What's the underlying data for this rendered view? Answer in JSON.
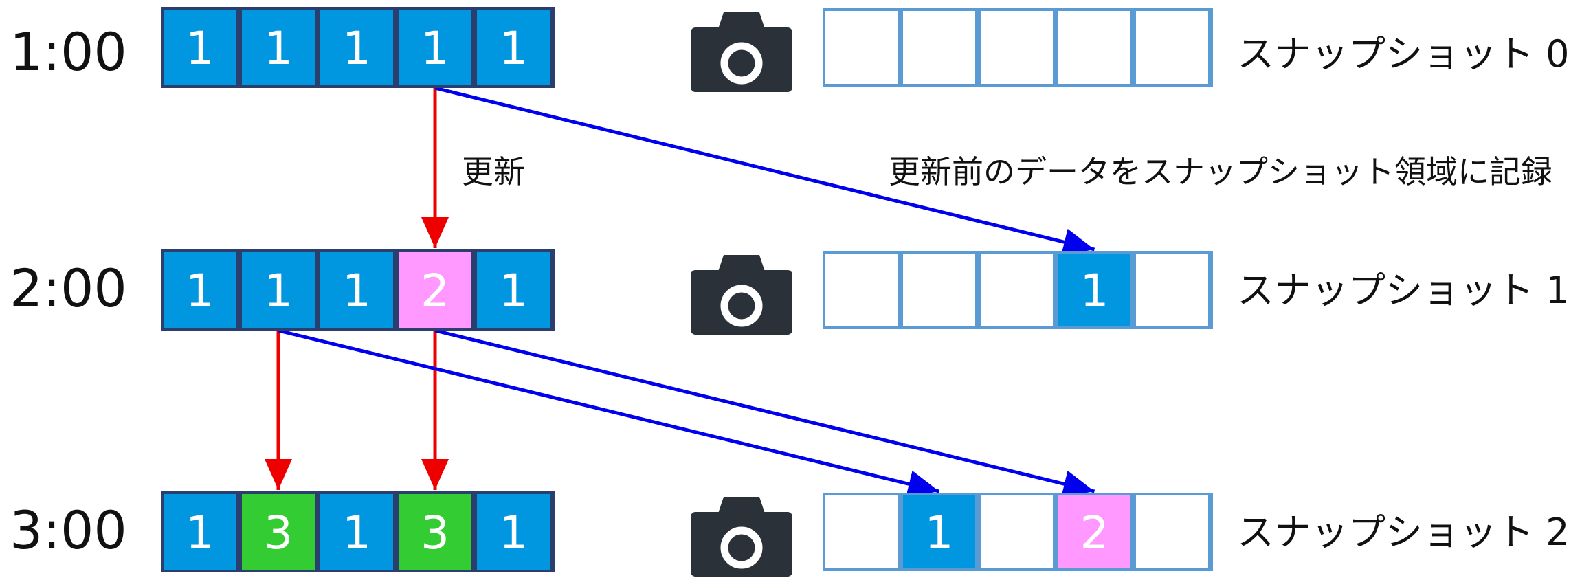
{
  "colors": {
    "data_cell": "#0096e0",
    "row_border": "#2b3f6e",
    "snap_border": "#5b9bd5",
    "updated_once": "#ff99ff",
    "updated_twice": "#33cc33",
    "update_arrow": "#ee0000",
    "copy_arrow": "#0000ee",
    "camera": "#2b3138"
  },
  "rows": [
    {
      "time": "1:00",
      "cells": [
        "1",
        "1",
        "1",
        "1",
        "1"
      ],
      "states": [
        "base",
        "base",
        "base",
        "base",
        "base"
      ]
    },
    {
      "time": "2:00",
      "cells": [
        "1",
        "1",
        "1",
        "2",
        "1"
      ],
      "states": [
        "base",
        "base",
        "base",
        "updated",
        "base"
      ]
    },
    {
      "time": "3:00",
      "cells": [
        "1",
        "3",
        "1",
        "3",
        "1"
      ],
      "states": [
        "base",
        "updated2",
        "base",
        "updated2",
        "base"
      ]
    }
  ],
  "snapshots": [
    {
      "label": "スナップショット 0",
      "icon": "camera-icon",
      "cells": [
        "",
        "",
        "",
        "",
        ""
      ],
      "states": [
        "empty",
        "empty",
        "empty",
        "empty",
        "empty"
      ]
    },
    {
      "label": "スナップショット 1",
      "icon": "camera-icon",
      "cells": [
        "",
        "",
        "",
        "1",
        ""
      ],
      "states": [
        "empty",
        "empty",
        "empty",
        "base",
        "empty"
      ]
    },
    {
      "label": "スナップショット 2",
      "icon": "camera-icon",
      "cells": [
        "",
        "1",
        "",
        "2",
        ""
      ],
      "states": [
        "empty",
        "base",
        "empty",
        "updated",
        "empty"
      ]
    }
  ],
  "annotations": {
    "update": "更新",
    "record": "更新前のデータをスナップショット領域に記録"
  },
  "arrows": [
    {
      "kind": "update",
      "from_row": 0,
      "from_cell": 3,
      "to_row": 1,
      "to_cell": 3
    },
    {
      "kind": "copy",
      "from_row": 0,
      "from_cell": 3,
      "to_snapshot": 1,
      "to_cell": 3
    },
    {
      "kind": "update",
      "from_row": 1,
      "from_cell": 1,
      "to_row": 2,
      "to_cell": 1
    },
    {
      "kind": "update",
      "from_row": 1,
      "from_cell": 3,
      "to_row": 2,
      "to_cell": 3
    },
    {
      "kind": "copy",
      "from_row": 1,
      "from_cell": 1,
      "to_snapshot": 2,
      "to_cell": 1
    },
    {
      "kind": "copy",
      "from_row": 1,
      "from_cell": 3,
      "to_snapshot": 2,
      "to_cell": 3
    }
  ]
}
